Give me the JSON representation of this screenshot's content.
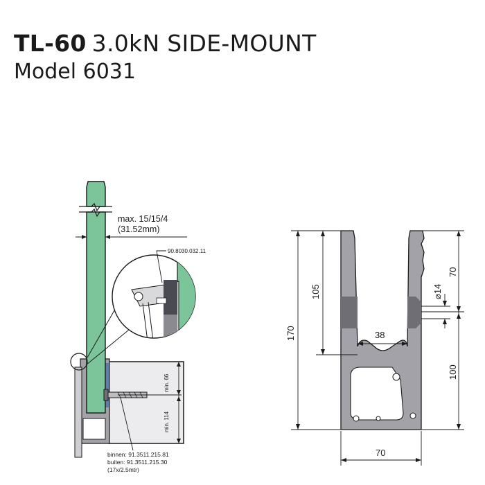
{
  "header": {
    "model_code": "TL-60",
    "model_desc": "3.0kN SIDE-MOUNT",
    "model_number": "Model 6031"
  },
  "side_view": {
    "glass_thickness": "max. 15/15/4",
    "glass_thickness_mm": "(31.52mm)",
    "detail_part": "90.8030.032.11",
    "dim_top": "min. 66",
    "dim_bottom": "min. 114",
    "bolt_inner": "binnen: 91.3511.215.81",
    "bolt_outer": "buiten: 91.3511.215.30",
    "bolt_qty": "(17x/2.5mtr)"
  },
  "profile_view": {
    "height_total": "170",
    "height_channel": "105",
    "height_upper": "70",
    "height_lower": "100",
    "channel_width": "38",
    "hole_diameter": "⌀14",
    "width_total": "70"
  },
  "colors": {
    "glass": "#7cc49a",
    "profile": "#a3a2a8",
    "profile_dark": "#6f6e74",
    "line": "#1a1a1a"
  }
}
